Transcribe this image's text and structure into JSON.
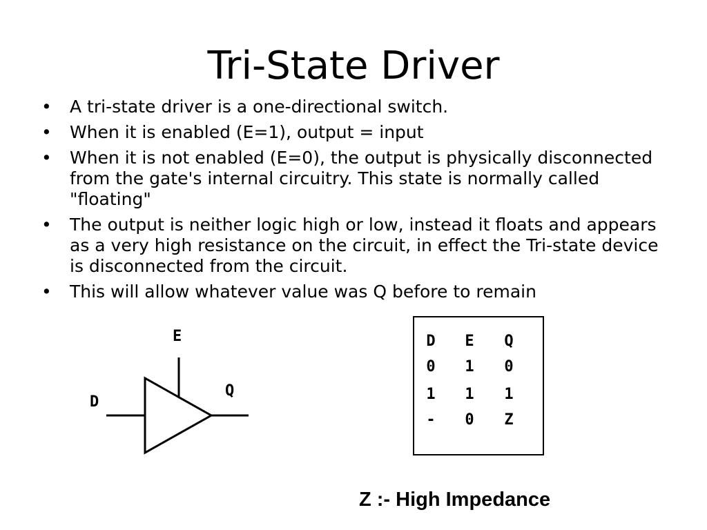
{
  "slide": {
    "title": "Tri-State Driver",
    "bullets": [
      "A tri-state driver is a one-directional switch.",
      "When it is enabled (E=1), output = input",
      "When it is not enabled (E=0), the output is physically disconnected from the gate's internal circuitry. This state is normally called \"floating\"",
      "The output is neither logic high or low, instead it floats and appears as a very high resistance on the circuit, in effect the Tri-state device is disconnected from the circuit.",
      "This will allow whatever value was Q before to remain"
    ],
    "bullet_symbol": "•"
  },
  "diagram": {
    "label_enable": "E",
    "label_input": "D",
    "label_output": "Q"
  },
  "truth_table": {
    "headers": [
      "D",
      "E",
      "Q"
    ],
    "rows": [
      [
        "0",
        "1",
        "0"
      ],
      [
        "1",
        "1",
        "1"
      ],
      [
        "-",
        "0",
        "Z"
      ]
    ]
  },
  "caption": "Z :- High Impedance"
}
